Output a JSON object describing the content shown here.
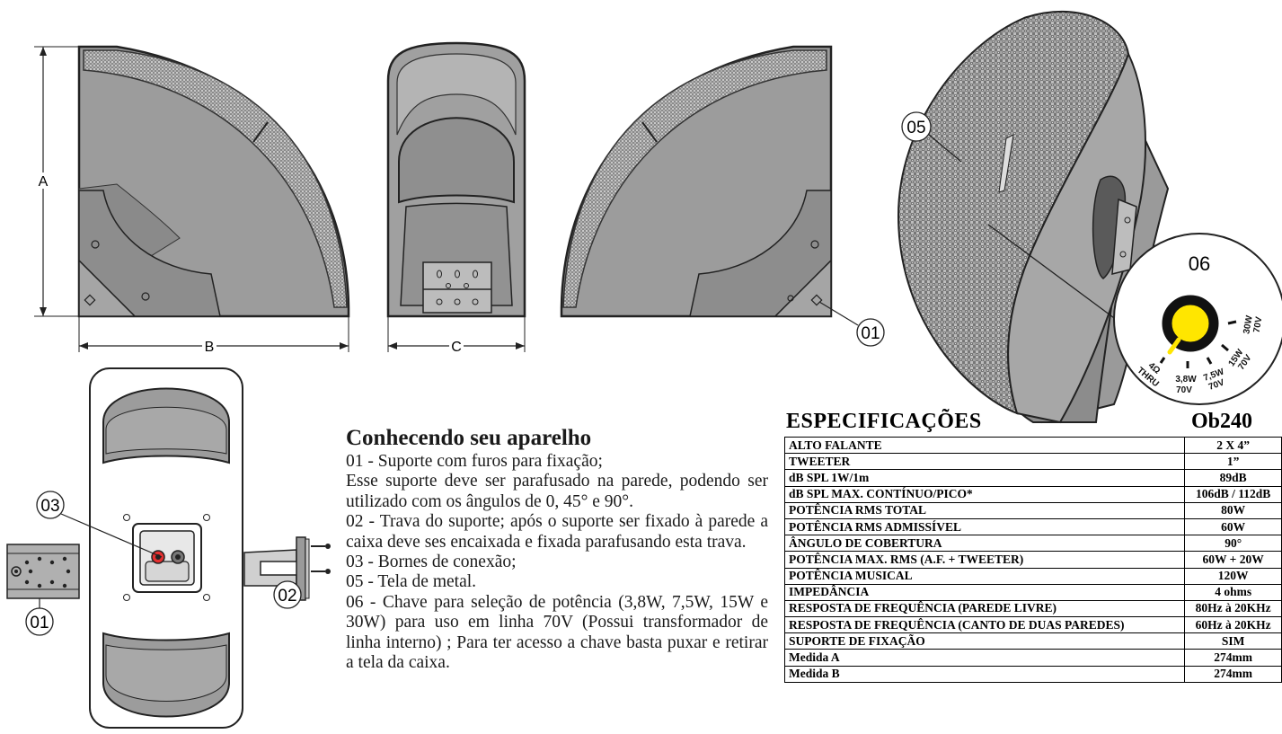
{
  "drawing_labels": {
    "dim_a": "A",
    "dim_b": "B",
    "dim_c": "C",
    "callout_01": "01",
    "callout_02": "02",
    "callout_03": "03",
    "callout_05": "05",
    "callout_06": "06"
  },
  "selector": {
    "positions": [
      {
        "line1": "4Ω",
        "line2": "THRU"
      },
      {
        "line1": "3,8W",
        "line2": "70V"
      },
      {
        "line1": "7,5W",
        "line2": "70V"
      },
      {
        "line1": "15W",
        "line2": "70V"
      },
      {
        "line1": "30W",
        "line2": "70V"
      }
    ],
    "knob_color": "#ffe600"
  },
  "intro": {
    "title": "Conhecendo seu aparelho",
    "paragraphs": [
      "01 - Suporte com furos para fixação;",
      "Esse suporte deve ser parafusado na parede, podendo ser utilizado com os ângulos de 0, 45° e 90°.",
      "02 - Trava do suporte; após o suporte ser fixado à parede a caixa deve ses encaixada e fixada parafusando esta trava.",
      "03 - Bornes de conexão;",
      "05 - Tela de metal.",
      "06 - Chave para seleção de potência (3,8W, 7,5W, 15W e 30W) para uso em linha 70V (Possui transformador de linha interno) ; Para ter acesso a chave basta puxar e retirar a tela da caixa."
    ]
  },
  "specs": {
    "title": "ESPECIFICAÇÕES",
    "model": "Ob240",
    "rows": [
      {
        "label": "ALTO FALANTE",
        "value": "2 X 4”"
      },
      {
        "label": "TWEETER",
        "value": "1”"
      },
      {
        "label": "dB SPL 1W/1m",
        "value": "89dB"
      },
      {
        "label": "dB SPL MAX. CONTÍNUO/PICO*",
        "value": "106dB / 112dB"
      },
      {
        "label": "POTÊNCIA RMS TOTAL",
        "value": "80W"
      },
      {
        "label": "POTÊNCIA RMS ADMISSÍVEL",
        "value": "60W"
      },
      {
        "label": "ÂNGULO DE COBERTURA",
        "value": "90°"
      },
      {
        "label": "POTÊNCIA MAX. RMS (A.F. + TWEETER)",
        "value": "60W + 20W"
      },
      {
        "label": "POTÊNCIA MUSICAL",
        "value": "120W"
      },
      {
        "label": "IMPEDÂNCIA",
        "value": "4 ohms"
      },
      {
        "label": "RESPOSTA DE FREQUÊNCIA (PAREDE LIVRE)",
        "value": "80Hz à 20KHz"
      },
      {
        "label": "RESPOSTA DE FREQUÊNCIA (CANTO DE DUAS PAREDES)",
        "value": "60Hz à 20KHz"
      },
      {
        "label": "SUPORTE DE FIXAÇÃO",
        "value": "SIM"
      },
      {
        "label": "Medida A",
        "value": "274mm"
      },
      {
        "label": "Medida B",
        "value": "274mm"
      }
    ]
  }
}
